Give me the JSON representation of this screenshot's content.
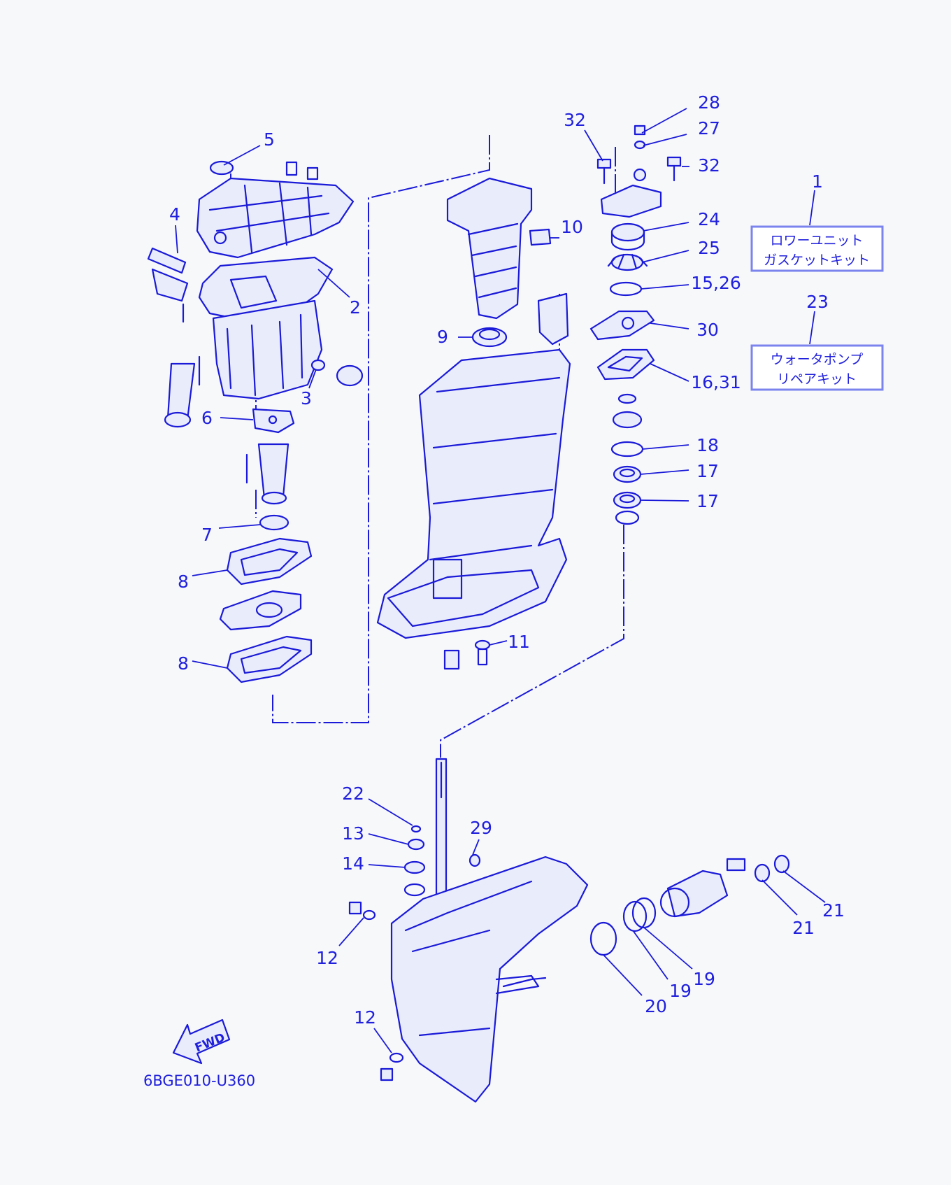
{
  "callouts": [
    {
      "id": "c28",
      "label": "28"
    },
    {
      "id": "c32a",
      "label": "32"
    },
    {
      "id": "c27",
      "label": "27"
    },
    {
      "id": "c32b",
      "label": "32"
    },
    {
      "id": "c5",
      "label": "5"
    },
    {
      "id": "c1",
      "label": "1"
    },
    {
      "id": "c4",
      "label": "4"
    },
    {
      "id": "c24",
      "label": "24"
    },
    {
      "id": "c10",
      "label": "10"
    },
    {
      "id": "c25",
      "label": "25"
    },
    {
      "id": "c1526",
      "label": "15,26"
    },
    {
      "id": "c2",
      "label": "2"
    },
    {
      "id": "c23",
      "label": "23"
    },
    {
      "id": "c30",
      "label": "30"
    },
    {
      "id": "c9",
      "label": "9"
    },
    {
      "id": "c1631",
      "label": "16,31"
    },
    {
      "id": "c3",
      "label": "3"
    },
    {
      "id": "c6",
      "label": "6"
    },
    {
      "id": "c18",
      "label": "18"
    },
    {
      "id": "c17a",
      "label": "17"
    },
    {
      "id": "c17b",
      "label": "17"
    },
    {
      "id": "c7",
      "label": "7"
    },
    {
      "id": "c8a",
      "label": "8"
    },
    {
      "id": "c11",
      "label": "11"
    },
    {
      "id": "c8b",
      "label": "8"
    },
    {
      "id": "c22",
      "label": "22"
    },
    {
      "id": "c29",
      "label": "29"
    },
    {
      "id": "c13",
      "label": "13"
    },
    {
      "id": "c14",
      "label": "14"
    },
    {
      "id": "c21a",
      "label": "21"
    },
    {
      "id": "c21b",
      "label": "21"
    },
    {
      "id": "c12a",
      "label": "12"
    },
    {
      "id": "c19a",
      "label": "19"
    },
    {
      "id": "c19b",
      "label": "19"
    },
    {
      "id": "c20",
      "label": "20"
    },
    {
      "id": "c12b",
      "label": "12"
    }
  ],
  "kits": {
    "lower_unit_gasket_kit": {
      "line1": "ロワーユニット",
      "line2": "ガスケットキット"
    },
    "water_pump_repair_kit": {
      "line1": "ウォータポンプ",
      "line2": "リペアキット"
    }
  },
  "fwd_label": "FWD",
  "diagram_code": "6BGE010-U360",
  "colors": {
    "ink": "#1a1ad8",
    "label": "#2020dd",
    "box_border": "#7b84ee",
    "background": "#f7f8fa"
  }
}
